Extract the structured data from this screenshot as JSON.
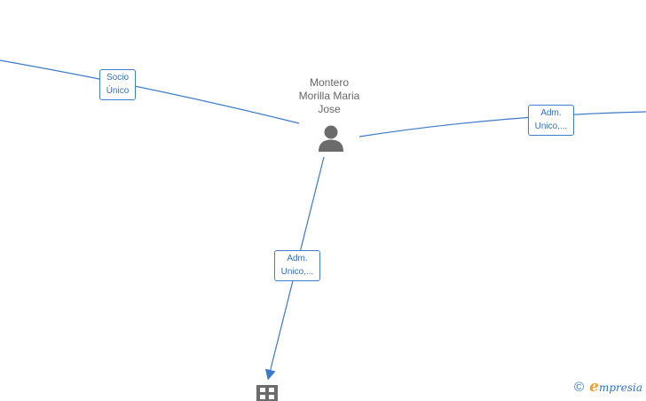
{
  "colors": {
    "edge": "#3a7ac8",
    "icon": "#6b6b6b",
    "label_text": "#2f6fc0"
  },
  "person": {
    "name_lines": [
      "Montero",
      "Morilla Maria",
      "Jose"
    ],
    "icon": "person-icon"
  },
  "company": {
    "icon": "building-icon"
  },
  "edges": [
    {
      "id": "left",
      "label_lines": [
        "Socio",
        "Único"
      ]
    },
    {
      "id": "right",
      "label_lines": [
        "Adm.",
        "Unico,..."
      ]
    },
    {
      "id": "down",
      "label_lines": [
        "Adm.",
        "Unico,..."
      ]
    }
  ],
  "footer": {
    "copyright_symbol": "©",
    "brand_initial": "e",
    "brand_rest": "mpresia"
  }
}
